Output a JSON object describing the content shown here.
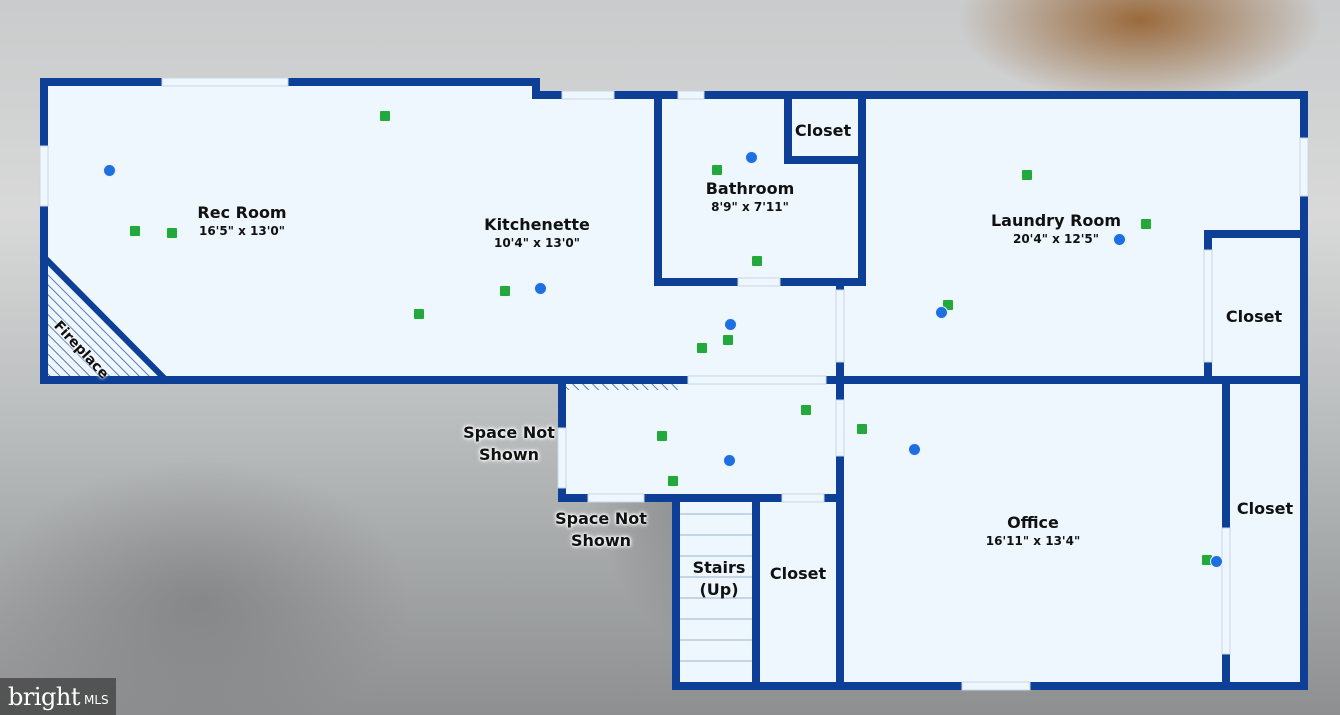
{
  "floorplan": {
    "rooms": [
      {
        "id": "rec-room",
        "name": "Rec Room",
        "dims": "16'5\" x 13'0\""
      },
      {
        "id": "kitchenette",
        "name": "Kitchenette",
        "dims": "10'4\" x 13'0\""
      },
      {
        "id": "bathroom",
        "name": "Bathroom",
        "dims": "8'9\" x 7'11\""
      },
      {
        "id": "laundry-room",
        "name": "Laundry Room",
        "dims": "20'4\" x 12'5\""
      },
      {
        "id": "office",
        "name": "Office",
        "dims": "16'11\" x 13'4\""
      },
      {
        "id": "closet-bath",
        "name": "Closet"
      },
      {
        "id": "closet-laundry",
        "name": "Closet"
      },
      {
        "id": "closet-office",
        "name": "Closet"
      },
      {
        "id": "closet-stairs",
        "name": "Closet"
      },
      {
        "id": "stairs",
        "name_line1": "Stairs",
        "name_line2": "(Up)"
      }
    ],
    "fireplace": "Fireplace",
    "outside_labels": [
      {
        "line1": "Space Not",
        "line2": "Shown"
      },
      {
        "line1": "Space Not",
        "line2": "Shown"
      }
    ],
    "colors": {
      "wall": "#0d3f96",
      "floor": "#eef7fd",
      "photo_marker": "#22a83c",
      "panorama_marker": "#1e6fe0"
    }
  },
  "watermark": {
    "brand": "bright",
    "suffix": "MLS"
  }
}
